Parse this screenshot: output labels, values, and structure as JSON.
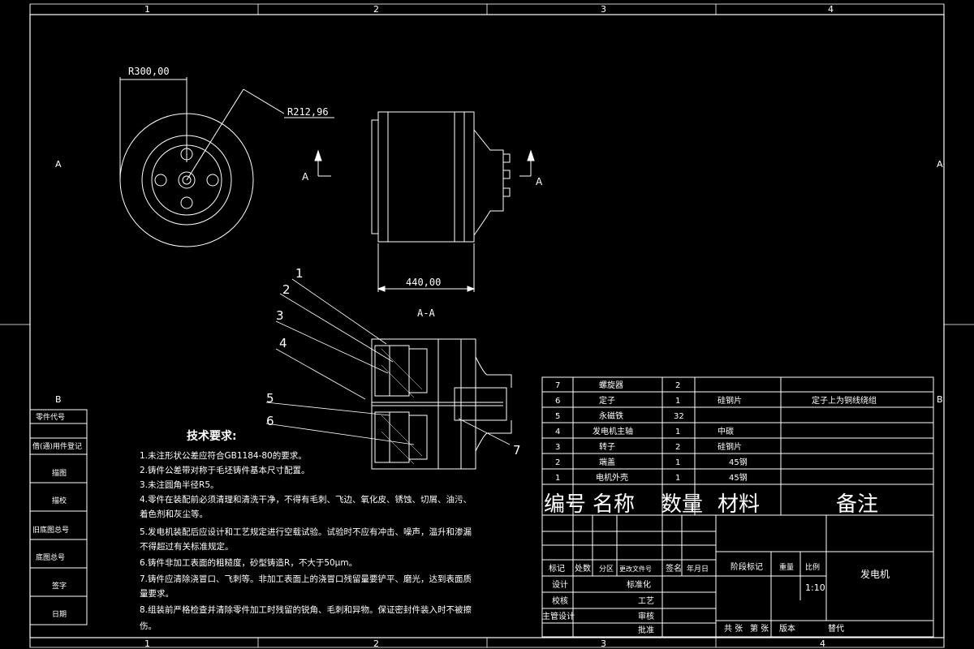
{
  "frame": {
    "columns": [
      "1",
      "2",
      "3",
      "4"
    ],
    "rows": [
      "A",
      "B"
    ]
  },
  "side_labels": [
    "零件代号",
    "借(通)用件登记",
    "描图",
    "描校",
    "旧底图总号",
    "底图总号",
    "签字",
    "日期"
  ],
  "dims": {
    "outer_radius": "R300,00",
    "inner_radius": "R212,96",
    "length": "440,00",
    "section_mark": "A",
    "section_title": "A-A"
  },
  "balloons": [
    "1",
    "2",
    "3",
    "4",
    "5",
    "6",
    "7"
  ],
  "tech_req": {
    "title": "技术要求:",
    "items": [
      "1.未注形状公差应符合GB1184-80的要求。",
      "2.铸件公差带对称于毛坯铸件基本尺寸配置。",
      "3.未注圆角半径R5。",
      "4.零件在装配前必须清理和清洗干净，不得有毛刺、飞边、氧化皮、锈蚀、切屑、油污、",
      "着色剂和灰尘等。",
      "5.发电机装配后应设计和工艺规定进行空载试验。试验时不应有冲击、噪声，温升和渗漏",
      "不得超过有关标准规定。",
      "6.铸件非加工表面的粗糙度，砂型铸造R，不大于50μm。",
      "7.铸件应清除浇冒口、飞刺等。非加工表面上的浇冒口残留量要铲平、磨光，达到表面质",
      "量要求。",
      "8.组装前严格检查并清除零件加工时残留的锐角、毛刺和异物。保证密封件装入时不被擦",
      "伤。"
    ]
  },
  "bom": {
    "rows": [
      {
        "no": "7",
        "name": "螺旋器",
        "qty": "2",
        "material": "",
        "note": ""
      },
      {
        "no": "6",
        "name": "定子",
        "qty": "1",
        "material": "硅钢片",
        "note": "定子上为铜线绕组"
      },
      {
        "no": "5",
        "name": "永磁铁",
        "qty": "32",
        "material": "",
        "note": ""
      },
      {
        "no": "4",
        "name": "发电机主轴",
        "qty": "1",
        "material": "中碳",
        "note": ""
      },
      {
        "no": "3",
        "name": "转子",
        "qty": "2",
        "material": "硅钢片",
        "note": ""
      },
      {
        "no": "2",
        "name": "端盖",
        "qty": "1",
        "material": "45钢",
        "note": ""
      },
      {
        "no": "1",
        "name": "电机外壳",
        "qty": "1",
        "material": "45钢",
        "note": ""
      }
    ],
    "header": {
      "no": "编号",
      "name": "名称",
      "qty": "数量",
      "material": "材料",
      "note": "备注"
    }
  },
  "title_block": {
    "labels": [
      "标记",
      "处数",
      "分区",
      "更改文件号",
      "签名",
      "年月日"
    ],
    "design": "设计",
    "standard": "标准化",
    "check": "校核",
    "process": "工艺",
    "chief": "主管设计",
    "review": "审核",
    "approve": "批准",
    "stage": "阶段标记",
    "weight": "重量",
    "scale_label": "比例",
    "scale": "1:10",
    "drawing_name": "发电机",
    "sheet_total": "共 张",
    "sheet_no": "第 张",
    "version": "版本",
    "replace": "替代"
  }
}
